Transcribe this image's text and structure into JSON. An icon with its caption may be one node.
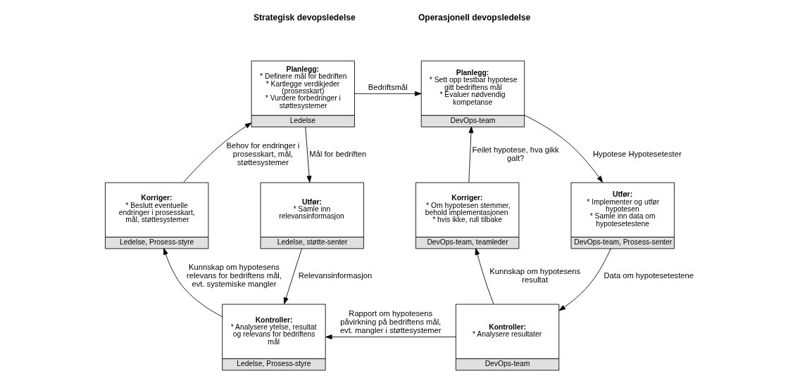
{
  "diagram": {
    "nodes": [
      {
        "text": [
          "Planlegg:",
          "* Definere mål for bedriften",
          "* Kartlegge verdikjeder (prosesskart)",
          "* Vurdere forbedringer i støttesystemer",
          "Ledelse"
        ]
      },
      {
        "text": [
          "Korriger:",
          "* Beslutt eventuelle endringer i prosesskart, mål, støttesystemer",
          "Ledelse, Prosess-styre"
        ]
      },
      {
        "text": [
          "Utfør:",
          "* Samle inn relevansinformasjon",
          "Ledelse, støtte-senter"
        ]
      },
      {
        "text": [
          "Kontroller:",
          "* Analysere ytelse, resultat og relevans for bedriftens mål",
          "Ledelse, Prosess-styre"
        ]
      },
      {
        "text": [
          "Planlegg:",
          "* Sett opp testbar hypotese gitt bedriftens mål",
          "* Evaluer nødvendig kompetanse",
          "DevOps-team"
        ]
      },
      {
        "text": [
          "Korriger:",
          "* Om hypotesen stemmer, behold implementasjonen",
          "* hvis ikke, rull tilbake",
          "DevOps-team, teamleder"
        ]
      },
      {
        "text": [
          "Utfør:",
          "* Implementer og utfør hypotesen",
          "* Samle inn data om hypotesetestene",
          "DevOps-team, Prosess-senter"
        ]
      },
      {
        "text": [
          "Kontroller:",
          "* Analysere resultater",
          "DevOps-team"
        ]
      }
    ],
    "edges": [
      {
        "from": 1,
        "to": 0,
        "arrow": "to",
        "label": "Behov for endringer i prosesskart, mål, støttesystemer"
      },
      {
        "from": 0,
        "to": 2,
        "arrow": "to",
        "label": "Mål for bedriften"
      },
      {
        "from": 2,
        "to": 3,
        "arrow": "to",
        "label": "Relevansinformasjon"
      },
      {
        "from": 3,
        "to": 1,
        "arrow": "to",
        "label": "Kunnskap om hypotesens relevans for bedriftens mål, evt. systemiske mangler"
      },
      {
        "from": 0,
        "to": 4,
        "arrow": "to",
        "label": "Bedriftsmål"
      },
      {
        "from": 4,
        "to": 6,
        "arrow": "to",
        "label": "Hypotese Hypotesetester"
      },
      {
        "from": 6,
        "to": 7,
        "arrow": "to",
        "label": "Data om hypotesetestene"
      },
      {
        "from": 7,
        "to": 5,
        "arrow": "to",
        "label": "Kunnskap om hypotesens resultat"
      },
      {
        "from": 5,
        "to": 4,
        "arrow": "to",
        "label": "Feilet hypotese, hva gikk galt?"
      },
      {
        "from": 7,
        "to": 3,
        "arrow": "to",
        "label": "Rapport om hypotesens påvirkning på bedriftens mål, evt. mangler i støttesystemer"
      }
    ],
    "labels": [
      "Strategisk devopsledelse",
      "Operasjonell devopsledelse"
    ]
  }
}
